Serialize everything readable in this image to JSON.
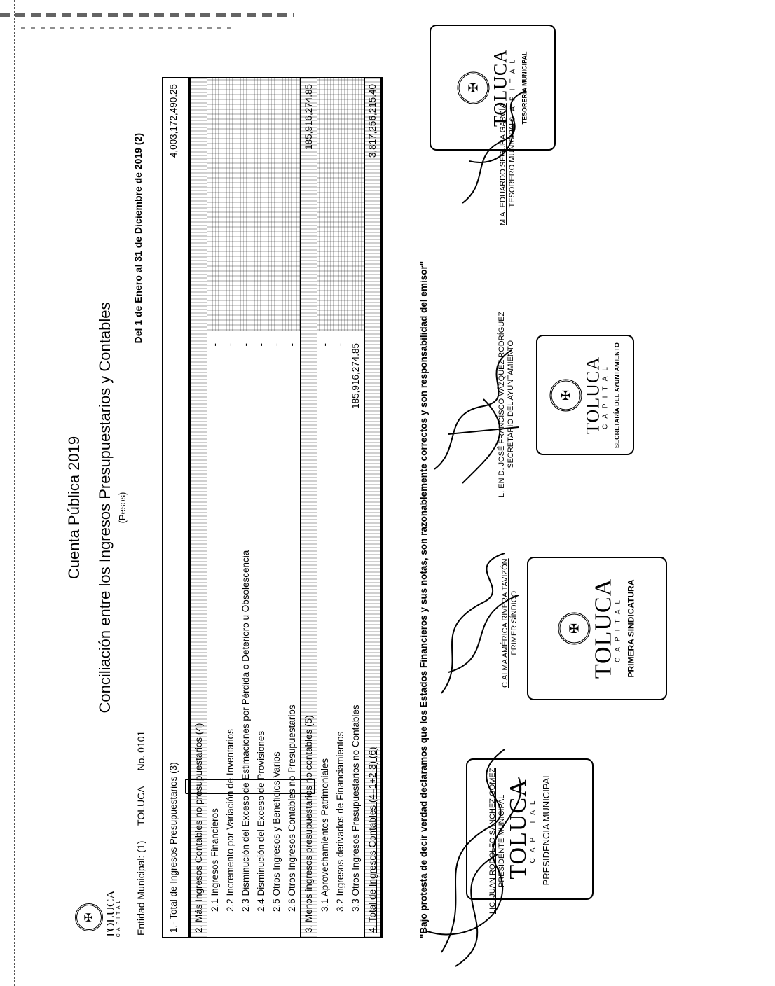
{
  "header": {
    "title": "Cuenta Pública 2019",
    "subtitle": "Conciliación entre los Ingresos Presupuestarios y Contables",
    "units": "(Pesos)",
    "entity_label": "Entidad Municipal: (1)",
    "entity_name": "TOLUCA",
    "entity_no": "No. 0101",
    "period": "Del 1 de Enero al 31 de Diciembre de 2019 (2)",
    "logo_word": "TOLUCA",
    "logo_sub": "CAPITAL"
  },
  "rows": [
    {
      "label": "1.- Total de Ingresos Presupuestarios (3)",
      "mid": "",
      "right": "4,003,172,490.25",
      "kind": "first"
    },
    {
      "label": "2. Más Ingresos Contables no presupuestarios (4)",
      "mid": "",
      "right": "",
      "kind": "header"
    },
    {
      "label": "2.1 Ingresos Financieros",
      "mid": "-",
      "right": "",
      "kind": "sub"
    },
    {
      "label": "2.2 Incremento por Variación de Inventarios",
      "mid": "-",
      "right": "",
      "kind": "sub"
    },
    {
      "label": "2.3 Disminución del Exceso de Estimaciones por Pérdida o Deterioro u Obsolescencia",
      "mid": "-",
      "right": "",
      "kind": "sub"
    },
    {
      "label": "2.4 Disminución del Exceso de Provisiones",
      "mid": "-",
      "right": "",
      "kind": "sub"
    },
    {
      "label": "2.5 Otros Ingresos y Beneficios Varios",
      "mid": "-",
      "right": "",
      "kind": "sub"
    },
    {
      "label": "2.6 Otros Ingresos Contables no Presupuestarios",
      "mid": "-",
      "right": "",
      "kind": "sub"
    },
    {
      "label": "3. Menos ingresos presupuestarios no contables (5)",
      "mid": "",
      "right": "185,916,274.85",
      "kind": "header"
    },
    {
      "label": "3.1 Aprovechamientos Patrimoniales",
      "mid": "-",
      "right": "",
      "kind": "sub"
    },
    {
      "label": "3.2 Ingresos derivados de Financiamientos",
      "mid": "-",
      "right": "",
      "kind": "sub"
    },
    {
      "label": "3.3 Otros Ingresos Presupuestarios no Contables",
      "mid": "185,916,274.85",
      "right": "",
      "kind": "sub"
    },
    {
      "label": "4. Total de Ingresos Contables (4=1+2-3) (6)",
      "mid": "",
      "right": "3,817,256,215.40",
      "kind": "header"
    }
  ],
  "protest_text": "\"Bajo protesta de decir verdad declaramos que los Estados Financieros y sus notas, son razonablemente correctos y son responsabilidad del emisor\"",
  "signatures": [
    {
      "name": "LIC. JUAN RODOLFO SÁNCHEZ GÓMEZ",
      "title": "PRESIDENTE MUNICIPAL"
    },
    {
      "name": "C.ALMA AMÉRICA RIVERA TAVIZÓN",
      "title": "PRIMER SÍNDICO"
    },
    {
      "name": "L. EN D. JOSÉ FRANCISCO VÁZQUEZ RODRÍGUEZ",
      "title": "SECRETARIO DEL AYUNTAMIENTO"
    },
    {
      "name": "M.A. EDUARDO SEGURA GARCÍA",
      "title": "TESORERO MUNICIPAL"
    }
  ],
  "stamps": [
    {
      "word": "TOLUCA",
      "sub": "CAPITAL",
      "label": "PRESIDENCIA MUNICIPAL"
    },
    {
      "word": "TOLUCA",
      "sub": "CAPITAL",
      "label": "PRIMERA SINDICATURA"
    },
    {
      "word": "TOLUCA",
      "sub": "CAPITAL",
      "label": "SECRETARÍA DEL AYUNTAMIENTO"
    },
    {
      "word": "TOLUCA",
      "sub": "CAPITAL",
      "label": "TESORERÍA MUNICIPAL"
    }
  ]
}
